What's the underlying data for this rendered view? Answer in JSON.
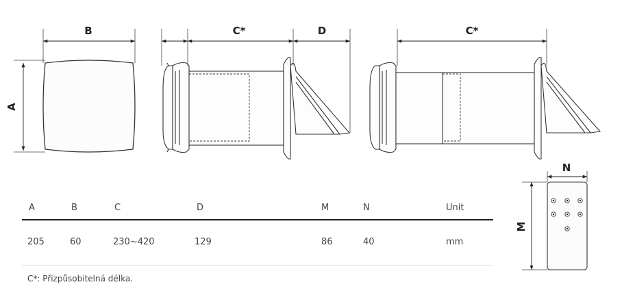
{
  "dimension_labels": {
    "a": "A",
    "b": "B",
    "c_star_left": "C*",
    "d": "D",
    "c_star_right": "C*",
    "n": "N",
    "m": "M"
  },
  "table": {
    "headers": [
      "A",
      "B",
      "C",
      "D",
      "M",
      "N",
      "Unit"
    ],
    "values": [
      "205",
      "60",
      "230~420",
      "129",
      "86",
      "40",
      "mm"
    ]
  },
  "footnote": "C*: Přizpůsobitelná délka."
}
